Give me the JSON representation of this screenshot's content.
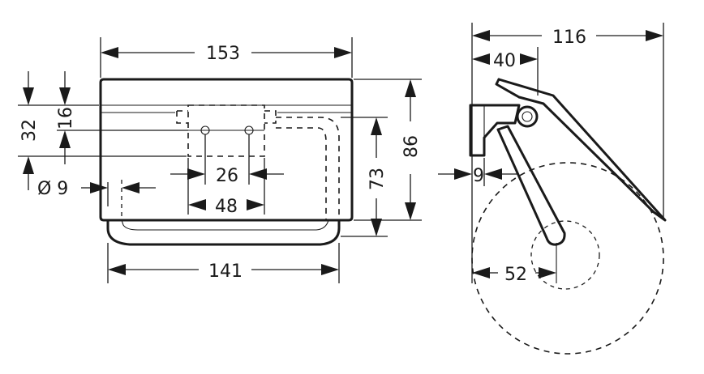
{
  "dimensions": {
    "width_cover": "153",
    "width_tray": "141",
    "height_total": "86",
    "height_axis": "73",
    "left_offset_32": "32",
    "left_offset_16": "16",
    "hole_spacing": "26",
    "plate_width": "48",
    "hole_diameter": "Ø 9",
    "side_depth": "116",
    "side_arm": "40",
    "side_wall_offset": "9",
    "roll_axis": "52"
  },
  "colors": {
    "line": "#1a1a1a",
    "background": "#ffffff"
  }
}
